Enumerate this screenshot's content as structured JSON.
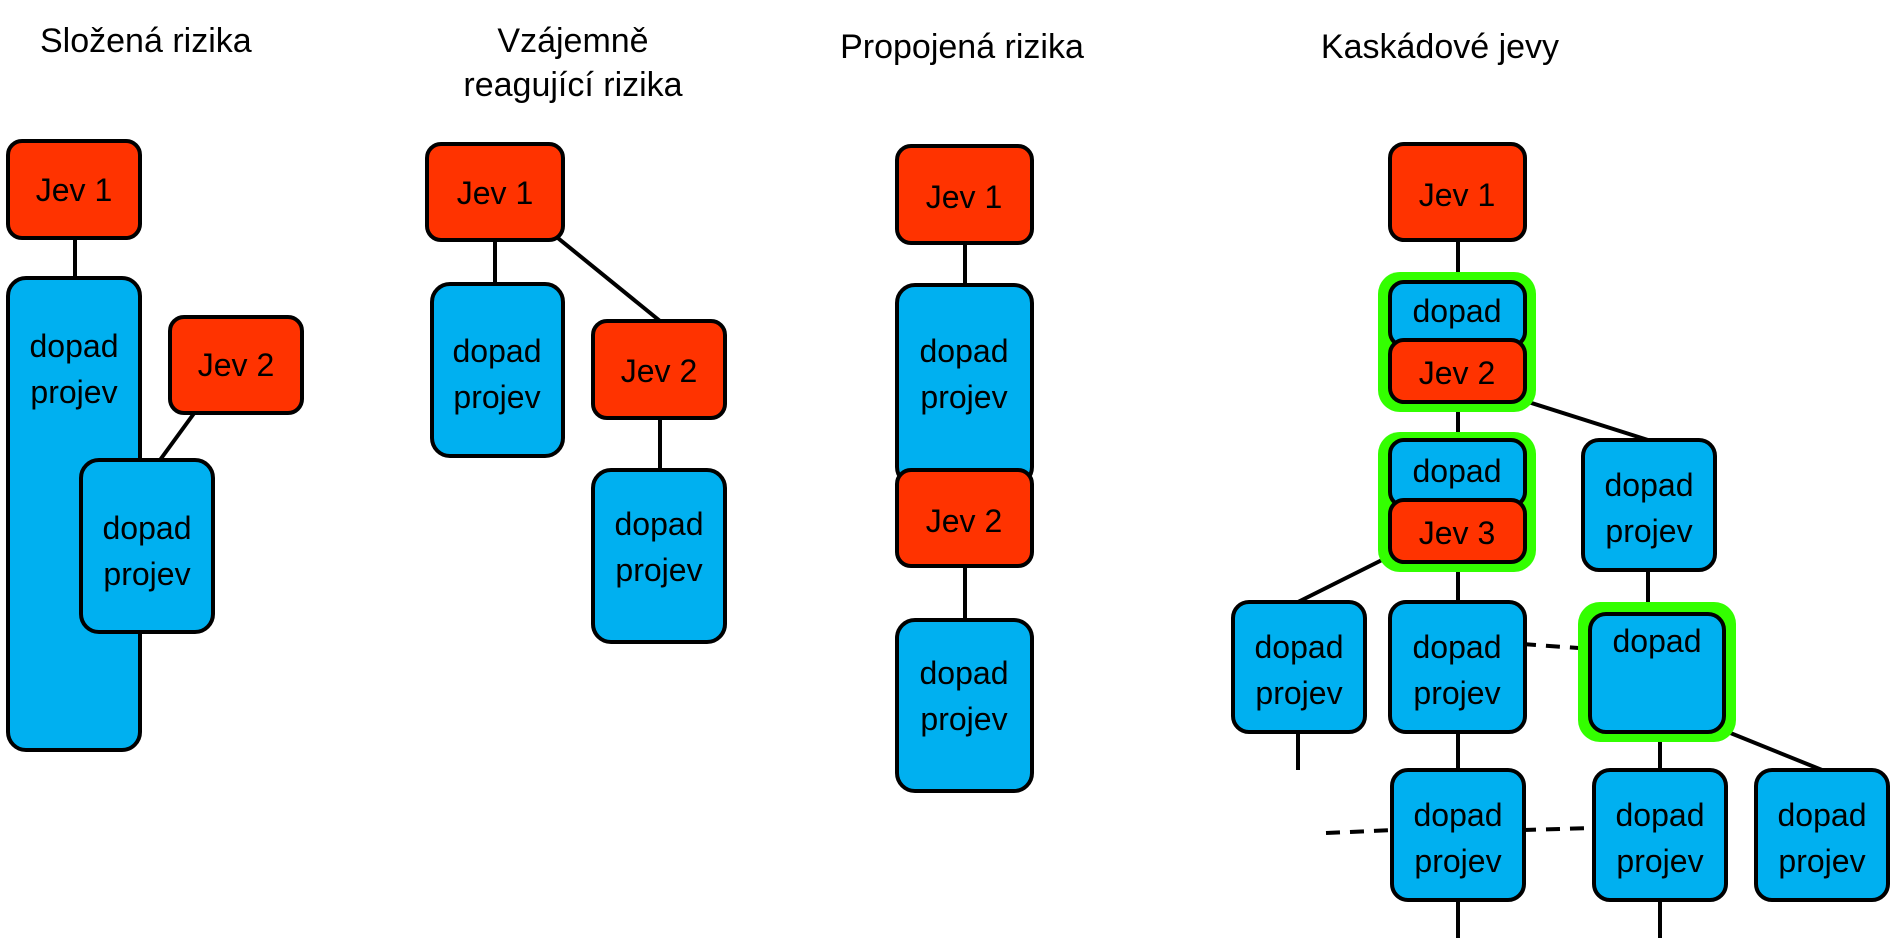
{
  "colors": {
    "event": "#ff3300",
    "impact": "#00b0f0",
    "highlight": "#33ff00",
    "stroke": "#000000"
  },
  "sections": {
    "compound": "Složená rizika",
    "interacting_line1": "Vzájemně",
    "interacting_line2": "reagující rizika",
    "interconnected": "Propojená rizika",
    "cascading": "Kaskádové jevy"
  },
  "labels": {
    "jev1": "Jev 1",
    "jev2": "Jev 2",
    "jev3": "Jev 3",
    "dopad": "dopad",
    "projev": "projev"
  }
}
